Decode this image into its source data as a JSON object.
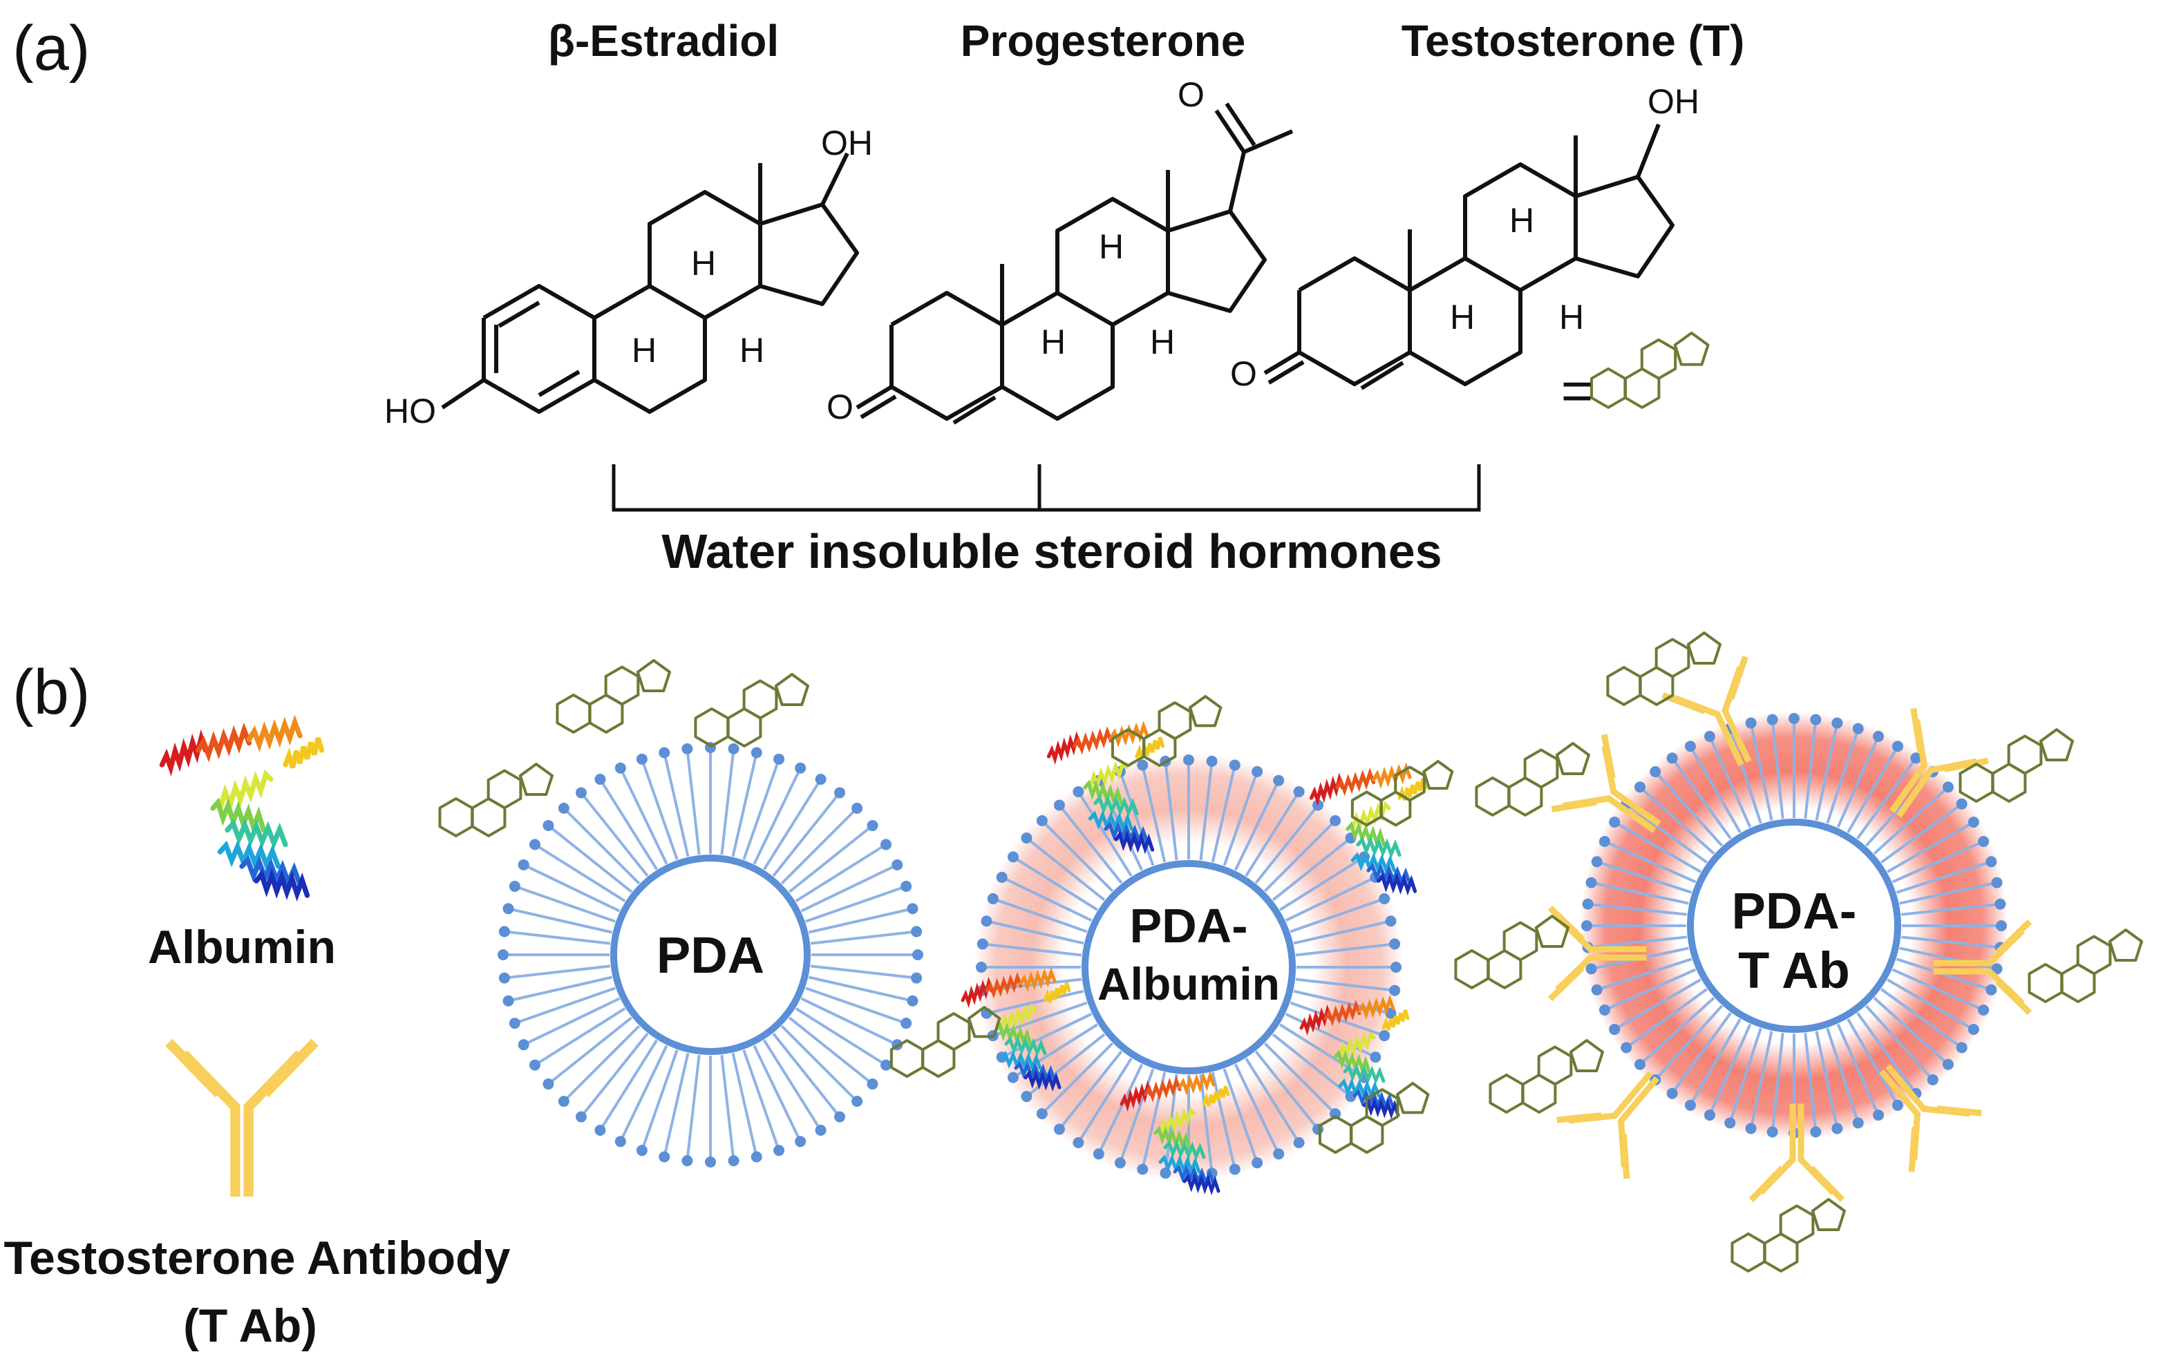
{
  "panel_a": {
    "label": "(a)",
    "molecules": [
      {
        "name": "β-Estradiol",
        "atoms": {
          "oh": "OH",
          "ho": "HO",
          "h1": "H",
          "h2": "H",
          "h3": "H"
        }
      },
      {
        "name": "Progesterone",
        "atoms": {
          "o1": "O",
          "o2": "O",
          "h1": "H",
          "h2": "H",
          "h3": "H"
        }
      },
      {
        "name": "Testosterone (T)",
        "atoms": {
          "oh": "OH",
          "o": "O",
          "h1": "H",
          "h2": "H",
          "h3": "H"
        }
      }
    ],
    "equals": "=",
    "bracket_label": "Water insoluble steroid hormones"
  },
  "panel_b": {
    "label": "(b)",
    "legend_albumin": "Albumin",
    "legend_antibody_line1": "Testosterone Antibody",
    "legend_antibody_line2": "(T Ab)",
    "vesicles": [
      {
        "line1": "PDA",
        "line2": ""
      },
      {
        "line1": "PDA-",
        "line2": "Albumin"
      },
      {
        "line1": "PDA-",
        "line2": "T Ab"
      }
    ]
  },
  "colors": {
    "membrane": "#5b8fd6",
    "membrane_light": "#8fb2e4",
    "steroid": "#6b7a35",
    "antibody": "#f7cf5a",
    "glow": "#f26b5b",
    "text": "#111111"
  },
  "icons": [
    "steroid-icon",
    "albumin-protein-icon",
    "antibody-icon"
  ]
}
